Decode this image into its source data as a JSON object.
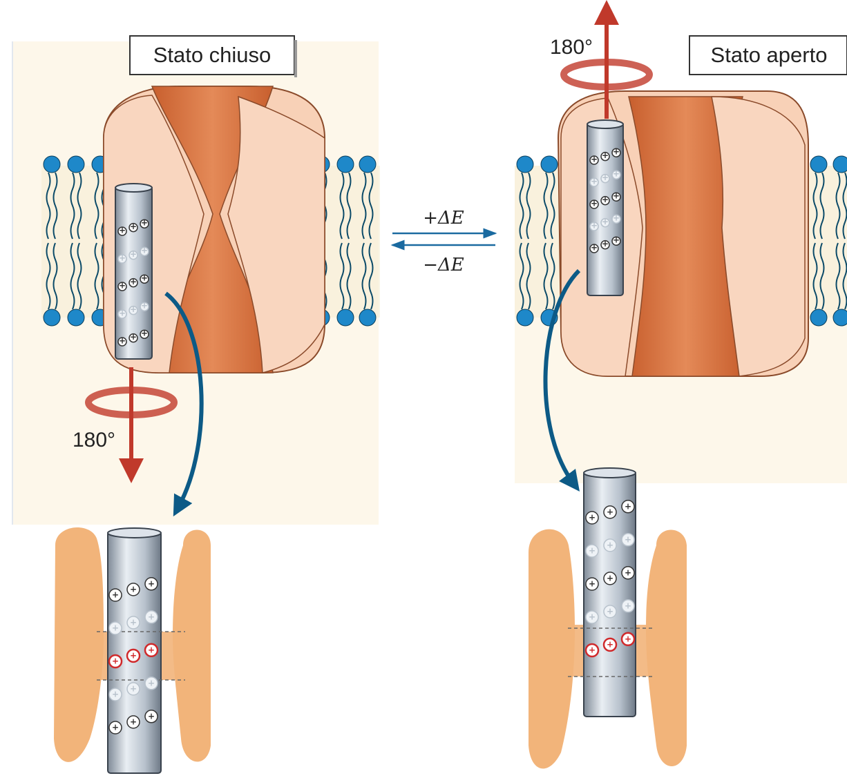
{
  "labels": {
    "closed_state": "Stato chiuso",
    "open_state": "Stato aperto",
    "rotation_closed": "180°",
    "rotation_open": "180°",
    "delta_forward": "+ΔE",
    "delta_backward": "−ΔE",
    "charge_symbol": "+"
  },
  "colors": {
    "membrane_band": "#fbf3df",
    "lipid_head": "#1e88c9",
    "lipid_tail": "#0b4a68",
    "protein_light": "#f8d1b7",
    "protein_dark": "#d8733f",
    "protein_zoom": "#f2b47a",
    "helix": "#b9c3cf",
    "rotation_arrow": "#c0392b",
    "movement_arrow": "#0c5a86",
    "equilibrium_arrow": "#1a6aa0",
    "highlight_charge": "#d0292b"
  },
  "icons": {
    "closed_helix": "voltage-sensor-helix-icon",
    "open_helix": "voltage-sensor-helix-icon",
    "rotation": "rotation-arrow-icon",
    "equilibrium": "equilibrium-arrows-icon"
  }
}
